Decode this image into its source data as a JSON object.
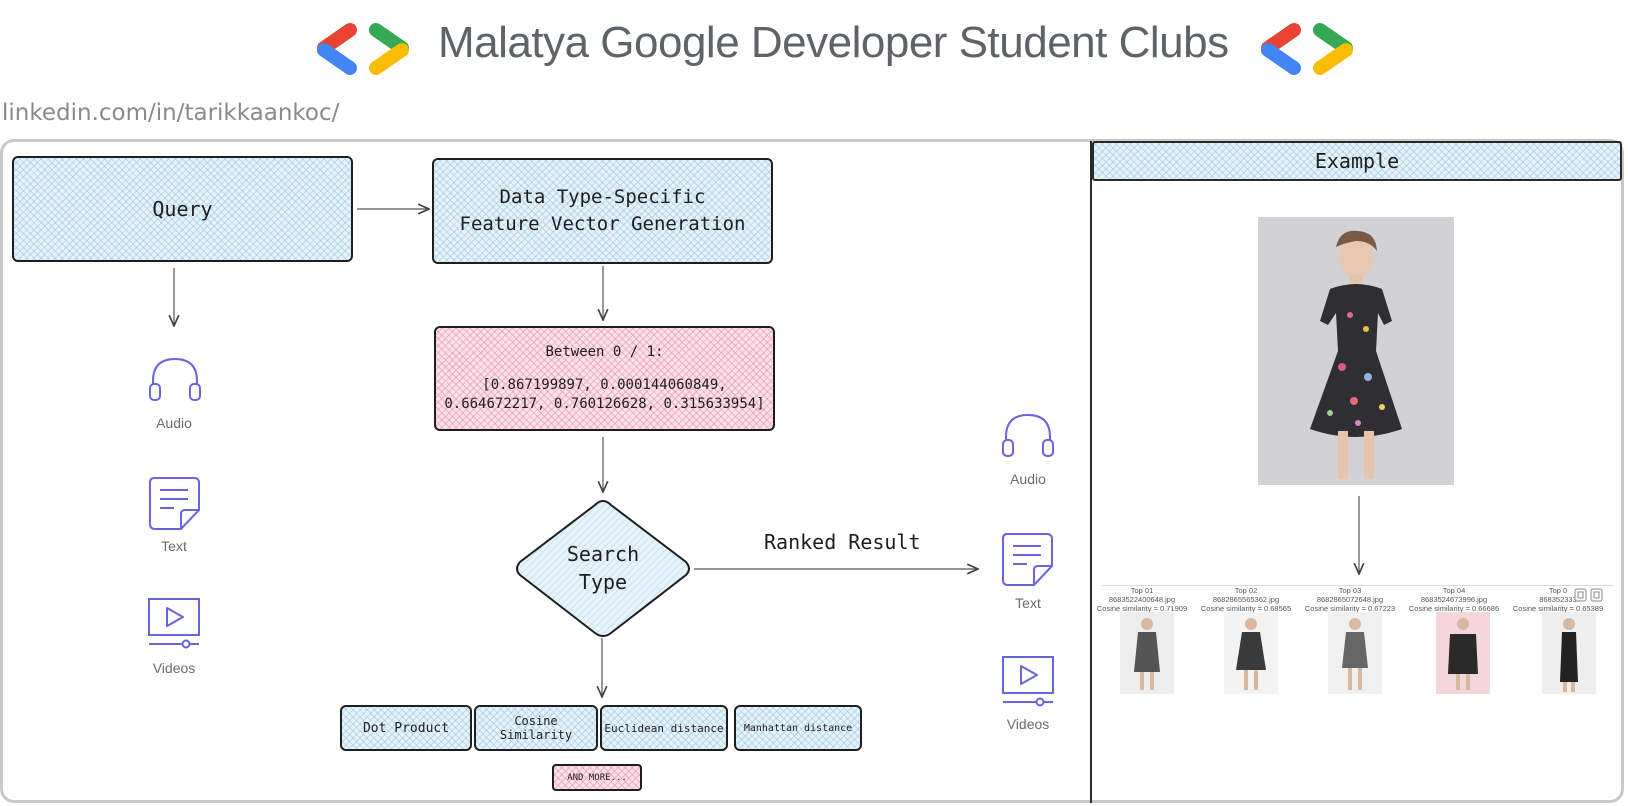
{
  "header": {
    "title": "Malatya Google Developer Student Clubs",
    "url": "linkedin.com/in/tarikkaankoc/",
    "logo_colors": {
      "red": "#ea4335",
      "blue": "#4285f4",
      "green": "#34a853",
      "yellow": "#fbbc04"
    }
  },
  "diagram": {
    "query": "Query",
    "feature_gen": "Data Type-Specific\nFeature Vector Generation",
    "vector_title": "Between 0 / 1:",
    "vector_values": "[0.867199897, 0.000144060849,\n0.664672217, 0.760126628, 0.315633954]",
    "search_type": "Search\nType",
    "ranked_result": "Ranked Result",
    "metrics": [
      "Dot Product",
      "Cosine Similarity",
      "Euclidean distance",
      "Manhattan distance"
    ],
    "more": "AND MORE...",
    "input_types": [
      "Audio",
      "Text",
      "Videos"
    ],
    "output_types": [
      "Audio",
      "Text",
      "Videos"
    ],
    "colors": {
      "blue_fill": "#e6f3fb",
      "pink_fill": "#fbe1ea",
      "icon": "#6965db",
      "stroke": "#1e1e1e"
    }
  },
  "example": {
    "title": "Example",
    "results": [
      {
        "rank": "Top 01",
        "file": "8683522400648.jpg",
        "score": "Cosine similarity = 0.71909"
      },
      {
        "rank": "Top 02",
        "file": "8682865565362.jpg",
        "score": "Cosine similarity = 0.68565"
      },
      {
        "rank": "Top 03",
        "file": "8682865072648.jpg",
        "score": "Cosine similarity = 0.67223"
      },
      {
        "rank": "Top 04",
        "file": "8683524673996.jpg",
        "score": "Cosine similarity = 0.66686"
      },
      {
        "rank": "Top 0",
        "file": "868352333",
        "score": "Cosine similarity = 0.65389"
      }
    ]
  }
}
